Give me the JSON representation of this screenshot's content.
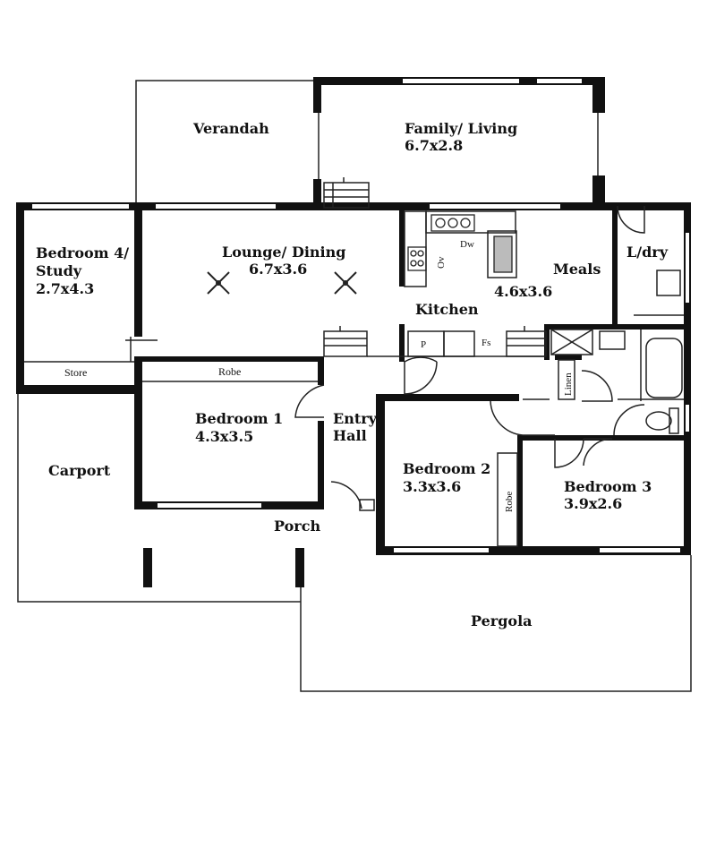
{
  "rooms": {
    "verandah": "Verandah",
    "family_living": {
      "name": "Family/ Living",
      "size": "6.7x2.8"
    },
    "bedroom4": {
      "line1": "Bedroom 4/",
      "line2": "Study",
      "size": "2.7x4.3"
    },
    "lounge_dining": {
      "name": "Lounge/ Dining",
      "size": "6.7x3.6"
    },
    "kitchen": "Kitchen",
    "meals": {
      "name": "Meals",
      "size": "4.6x3.6"
    },
    "laundry": "L/dry",
    "store": "Store",
    "robe_bed1": "Robe",
    "bedroom1": {
      "name": "Bedroom 1",
      "size": "4.3x3.5"
    },
    "entry_hall": {
      "line1": "Entry",
      "line2": "Hall"
    },
    "carport": "Carport",
    "porch": "Porch",
    "bedroom2": {
      "name": "Bedroom 2",
      "size": "3.3x3.6"
    },
    "robe_bed2": "Robe",
    "bedroom3": {
      "name": "Bedroom 3",
      "size": "3.9x2.6"
    },
    "linen": "Linen",
    "pergola": "Pergola"
  },
  "fixtures": {
    "oven": "Ov",
    "dishwasher": "Dw",
    "pantry": "P",
    "fridge_space": "Fs"
  },
  "colors": {
    "wall": "#111111",
    "line": "#222222",
    "background": "#ffffff"
  }
}
